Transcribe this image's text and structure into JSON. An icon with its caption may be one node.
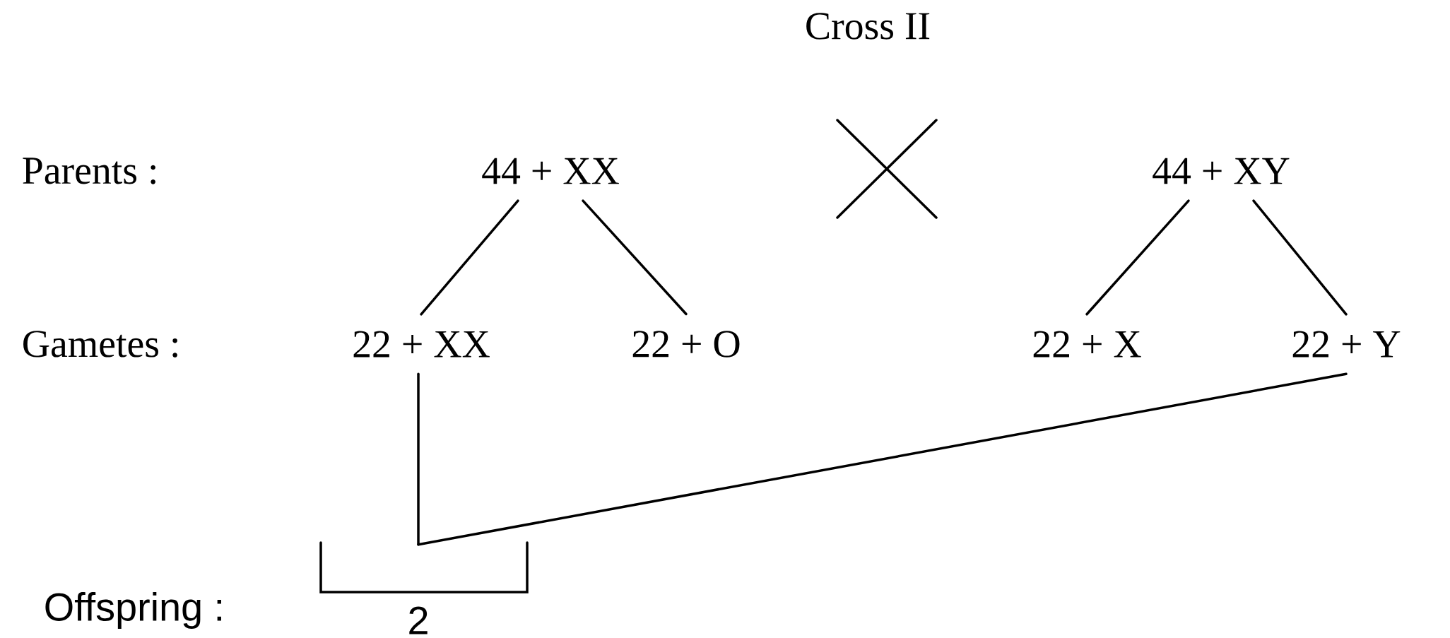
{
  "diagram": {
    "title": "Cross II",
    "nodes": [
      {
        "text": [
          "44 + XX"
        ]
      },
      {
        "text": [
          "44 + XY"
        ]
      },
      {
        "text": [
          "22 + XX"
        ]
      },
      {
        "text": [
          "22 + O"
        ]
      },
      {
        "text": [
          "22 + X"
        ]
      },
      {
        "text": [
          "22 + Y"
        ]
      },
      {
        "text": [
          "2"
        ]
      }
    ],
    "edges": [
      {
        "from": 0,
        "to": 2,
        "arrow": "none"
      },
      {
        "from": 0,
        "to": 3,
        "arrow": "none"
      },
      {
        "from": 1,
        "to": 4,
        "arrow": "none"
      },
      {
        "from": 1,
        "to": 5,
        "arrow": "none"
      },
      {
        "from": 2,
        "to": 6,
        "arrow": "none"
      },
      {
        "from": 5,
        "to": 6,
        "arrow": "none"
      }
    ],
    "labels": [
      "Parents :",
      "Gametes :",
      "Offspring :"
    ]
  }
}
